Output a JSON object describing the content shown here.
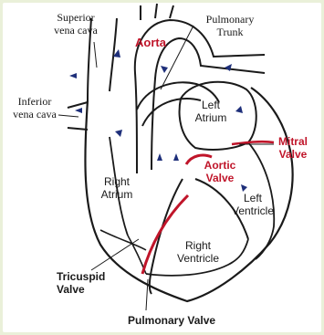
{
  "labels": {
    "superior_vena_cava": "Superior vena cava",
    "inferior_vena_cava": "Inferior vena cava",
    "aorta": "Aorta",
    "pulmonary_trunk": "Pulmonary Trunk",
    "left_atrium": "Left Atrium",
    "mitral_valve": "Mitral Valve",
    "aortic_valve": "Aortic Valve",
    "right_atrium": "Right Atrium",
    "left_ventricle": "Left Ventricle",
    "right_ventricle": "Right Ventricle",
    "tricuspid_valve": "Tricuspid Valve",
    "pulmonary_valve": "Pulmonary Valve"
  },
  "colors": {
    "outline": "#1a1a1a",
    "valve_highlight": "#c0152a",
    "arrow": "#1e2f7a",
    "border": "#eaf0d9"
  }
}
